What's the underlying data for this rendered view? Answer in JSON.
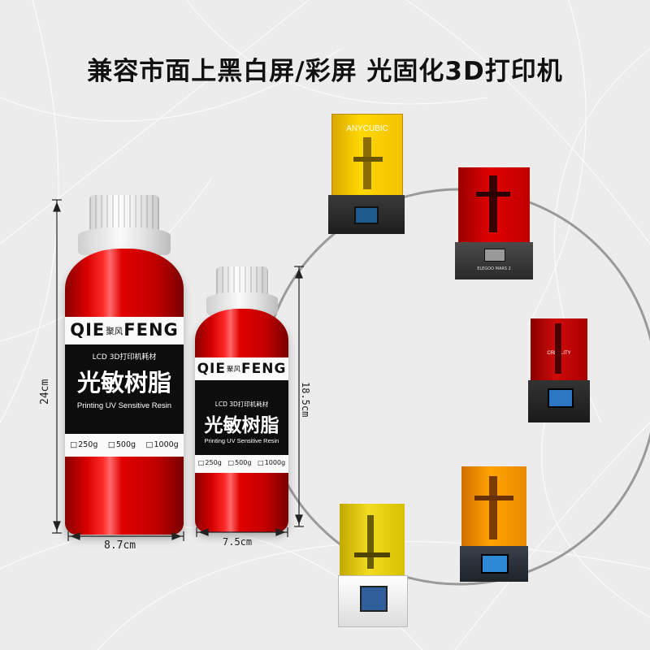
{
  "title": "兼容市面上黑白屏/彩屏 光固化3D打印机",
  "bottle_large": {
    "brand_left": "QIE",
    "brand_mid": "聚风",
    "brand_right": "FENG",
    "subtitle": "LCD 3D打印机耗材",
    "name_cn": "光敏树脂",
    "name_en": "Printing UV Sensitive Resin",
    "sizes": [
      "250g",
      "500g",
      "1000g"
    ]
  },
  "bottle_small": {
    "brand_left": "QIE",
    "brand_mid": "聚风",
    "brand_right": "FENG",
    "subtitle": "LCD 3D打印机耗材",
    "name_cn": "光敏树脂",
    "name_en": "Printing UV Sensitive Resin",
    "sizes": [
      "250g",
      "500g",
      "1000g"
    ]
  },
  "dimensions": {
    "large_height": "24cm",
    "large_width": "8.7cm",
    "small_height": "18.5cm",
    "small_width": "7.5cm"
  },
  "printers": [
    {
      "brand": "ANYCUBIC",
      "hood_color": "#f3c500"
    },
    {
      "brand": "ELEGOO MARS 2",
      "hood_color": "#d60000"
    },
    {
      "brand": "CREALITY",
      "hood_color": "#c40000"
    },
    {
      "brand": "",
      "hood_color": "#f29a00"
    },
    {
      "brand": "",
      "hood_color": "#e4cc10"
    }
  ],
  "colors": {
    "bottle_red": "#e00000",
    "cap_white": "#f2f2f2",
    "background": "#ececec"
  }
}
